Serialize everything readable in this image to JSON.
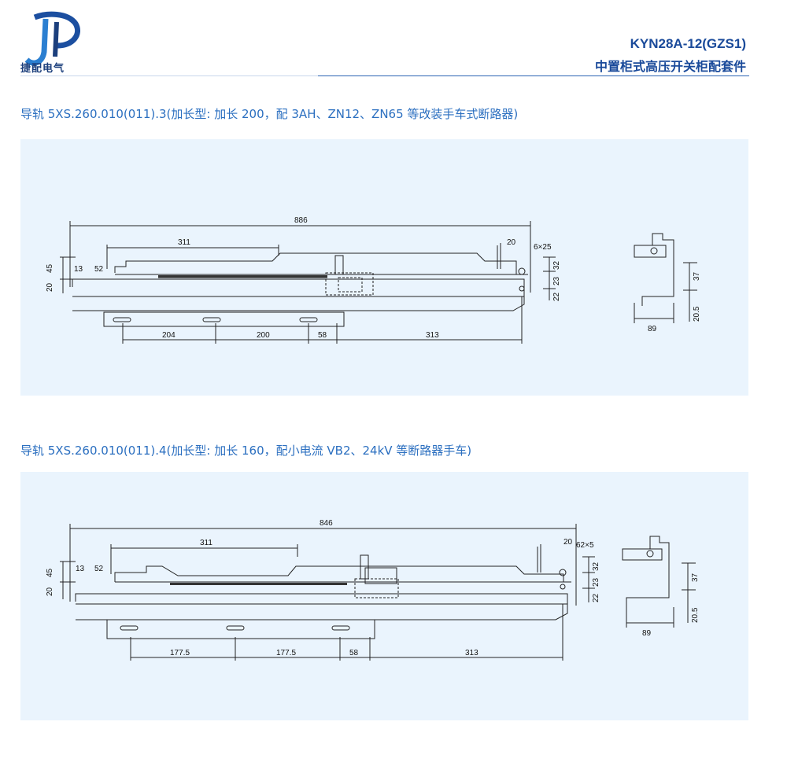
{
  "header": {
    "brand": "捷配电气",
    "model": "KYN28A-12(GZS1)",
    "subtitle": "中置柜式高压开关柜配套件"
  },
  "sections": [
    {
      "title": "导轨 5XS.260.010(011).3(加长型: 加长 200，配 3AH、ZN12、ZN65 等改装手车式断路器)",
      "dims": {
        "overall": "886",
        "top_span": "311",
        "tab": "20",
        "slot": "6×25",
        "h45": "45",
        "h20": "20",
        "d13": "13",
        "d52": "52",
        "r32": "32",
        "r23": "23",
        "r22": "22",
        "bottom": [
          "204",
          "200",
          "58",
          "313"
        ],
        "side_h": "37",
        "side_h2": "20.5",
        "side_w": "89"
      }
    },
    {
      "title": "导轨 5XS.260.010(011).4(加长型: 加长 160，配小电流 VB2、24kV 等断路器手车)",
      "dims": {
        "overall": "846",
        "top_span": "311",
        "tab": "20",
        "slot": "62×5",
        "h45": "45",
        "h20": "20",
        "d13": "13",
        "d52": "52",
        "r32": "32",
        "r23": "23",
        "r22": "22",
        "bottom": [
          "177.5",
          "177.5",
          "58",
          "313"
        ],
        "side_h": "37",
        "side_h2": "20.5",
        "side_w": "89"
      }
    }
  ]
}
